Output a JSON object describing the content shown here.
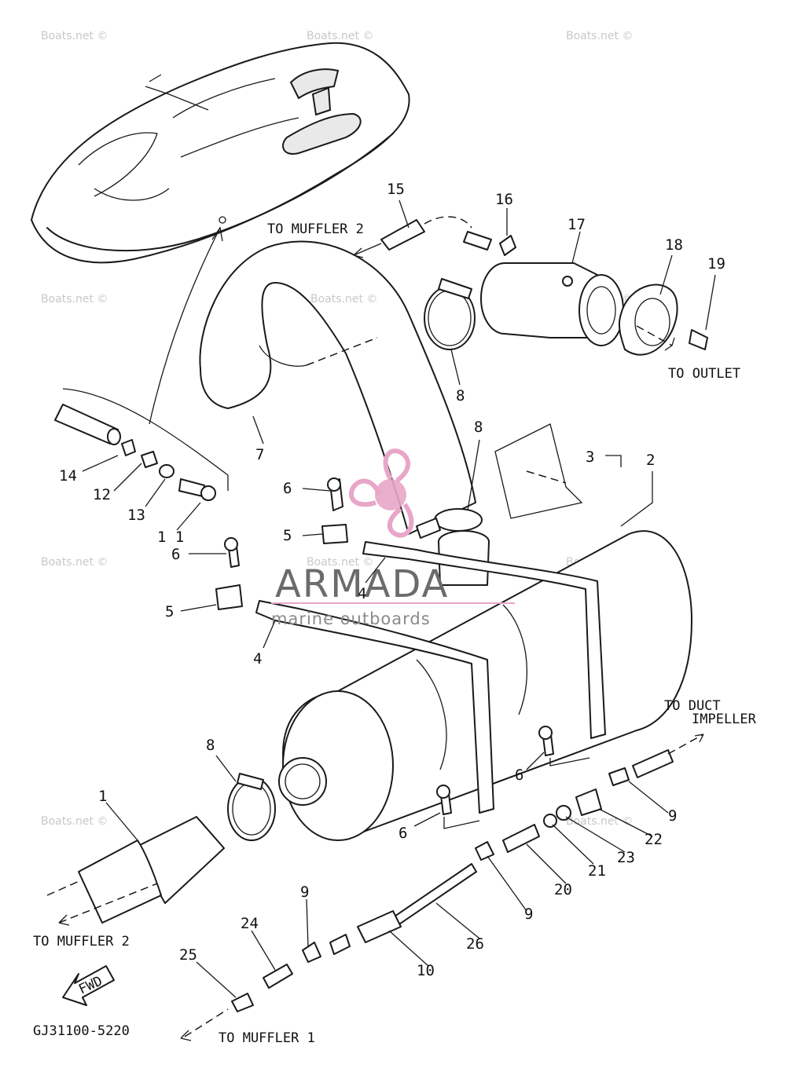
{
  "diagram_code": "GJ31100-5220",
  "callouts": {
    "to_muffler2_top": "TO MUFFLER 2",
    "to_outlet": "TO OUTLET",
    "to_duct_line1": "TO DUCT",
    "to_duct_line2": "IMPELLER",
    "to_muffler2_bottom": "TO MUFFLER 2",
    "to_muffler1": "TO MUFFLER 1",
    "fwd": "FWD"
  },
  "watermark": {
    "text": "Boats.net ©",
    "center_text": "Boats.net ©"
  },
  "brand": {
    "name": "ARMADA",
    "tagline": "marine outboards",
    "color": "#e8a6c8"
  },
  "part_numbers": {
    "p1": "1",
    "p2": "2",
    "p3": "3",
    "p4a": "4",
    "p4b": "4",
    "p5a": "5",
    "p5b": "5",
    "p6a": "6",
    "p6b": "6",
    "p6c": "6",
    "p6d": "6",
    "p7": "7",
    "p8a": "8",
    "p8b": "8",
    "p8c": "8",
    "p9a": "9",
    "p9b": "9",
    "p9c": "9",
    "p10": "10",
    "p11": "1 1",
    "p12": "12",
    "p13": "13",
    "p14": "14",
    "p15": "15",
    "p16": "16",
    "p17": "17",
    "p18": "18",
    "p19": "19",
    "p20": "20",
    "p21": "21",
    "p22": "22",
    "p23": "23",
    "p24": "24",
    "p25": "25",
    "p26": "26"
  }
}
